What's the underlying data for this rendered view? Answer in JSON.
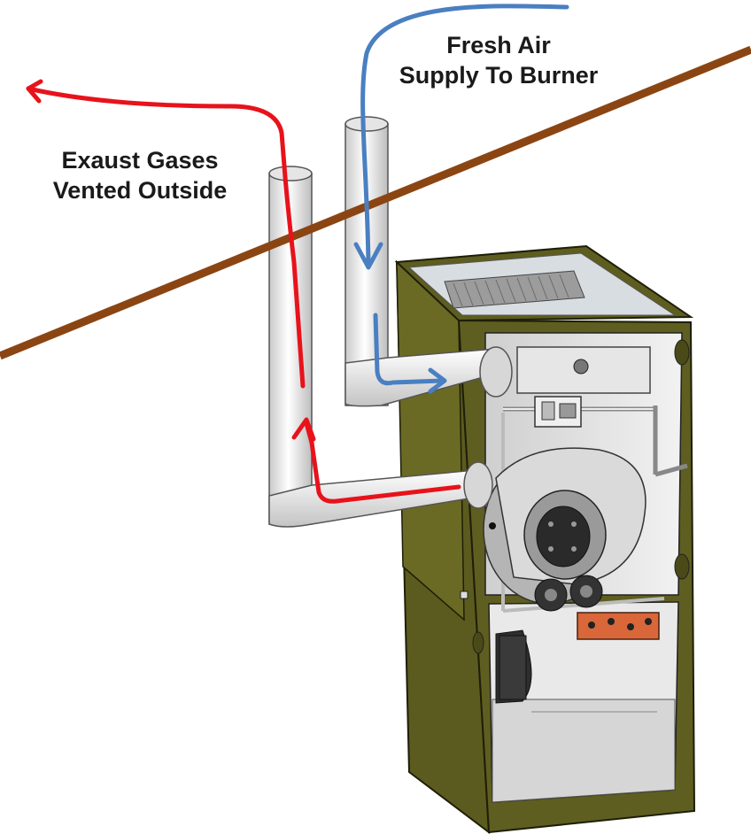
{
  "labels": {
    "exhaust_line1": "Exaust Gases",
    "exhaust_line2": "Vented Outside",
    "fresh_line1": "Fresh Air",
    "fresh_line2": "Supply To Burner"
  },
  "colors": {
    "exhaust_arrow": "#e8121b",
    "fresh_air_arrow": "#4a7fc1",
    "roofline": "#8b4513",
    "cabinet": "#5a5a1e",
    "pipe": "#e9e9e9"
  }
}
